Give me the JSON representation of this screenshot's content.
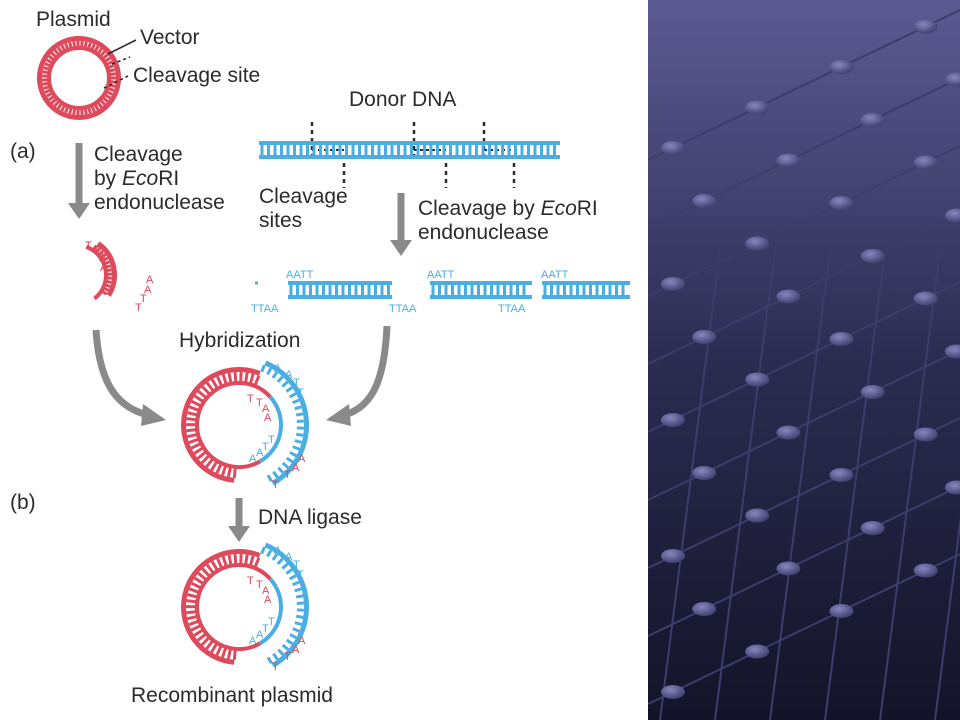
{
  "colors": {
    "plasmid": "#de4a5c",
    "donor": "#4aaee3",
    "arrow": "#8a8a8a",
    "text": "#2b2b2b",
    "panel_bg": "#3c3b6e"
  },
  "labels": {
    "plasmid": "Plasmid",
    "vector": "Vector",
    "cleavage_site": "Cleavage site",
    "donor_dna": "Donor DNA",
    "panel_a": "(a)",
    "cleavage_by": "Cleavage\nby ",
    "ecori_italic": "Eco",
    "ecori_rest": "RI\nendonuclease",
    "cleavage_sites": "Cleavage\nsites",
    "cleavage_by_right": "Cleavage by ",
    "ecori_right_rest": "RI\nendonuclease",
    "hybridization": "Hybridization",
    "panel_b": "(b)",
    "dna_ligase": "DNA ligase",
    "recombinant_plasmid": "Recombinant plasmid"
  },
  "sticky_ends": {
    "aatt": "AATT",
    "ttaa": "TTAA",
    "open_top": [
      "T",
      "T",
      "A",
      "A"
    ],
    "open_bottom": [
      "A",
      "A",
      "T",
      "T"
    ],
    "hyb_blue_top": [
      "A",
      "A",
      "T",
      "T"
    ],
    "hyb_red_top": [
      "T",
      "T",
      "A",
      "A"
    ],
    "hyb_blue_bottom": [
      "A",
      "A",
      "T",
      "T"
    ],
    "hyb_red_bottom": [
      "A",
      "A",
      "T",
      "T"
    ]
  }
}
